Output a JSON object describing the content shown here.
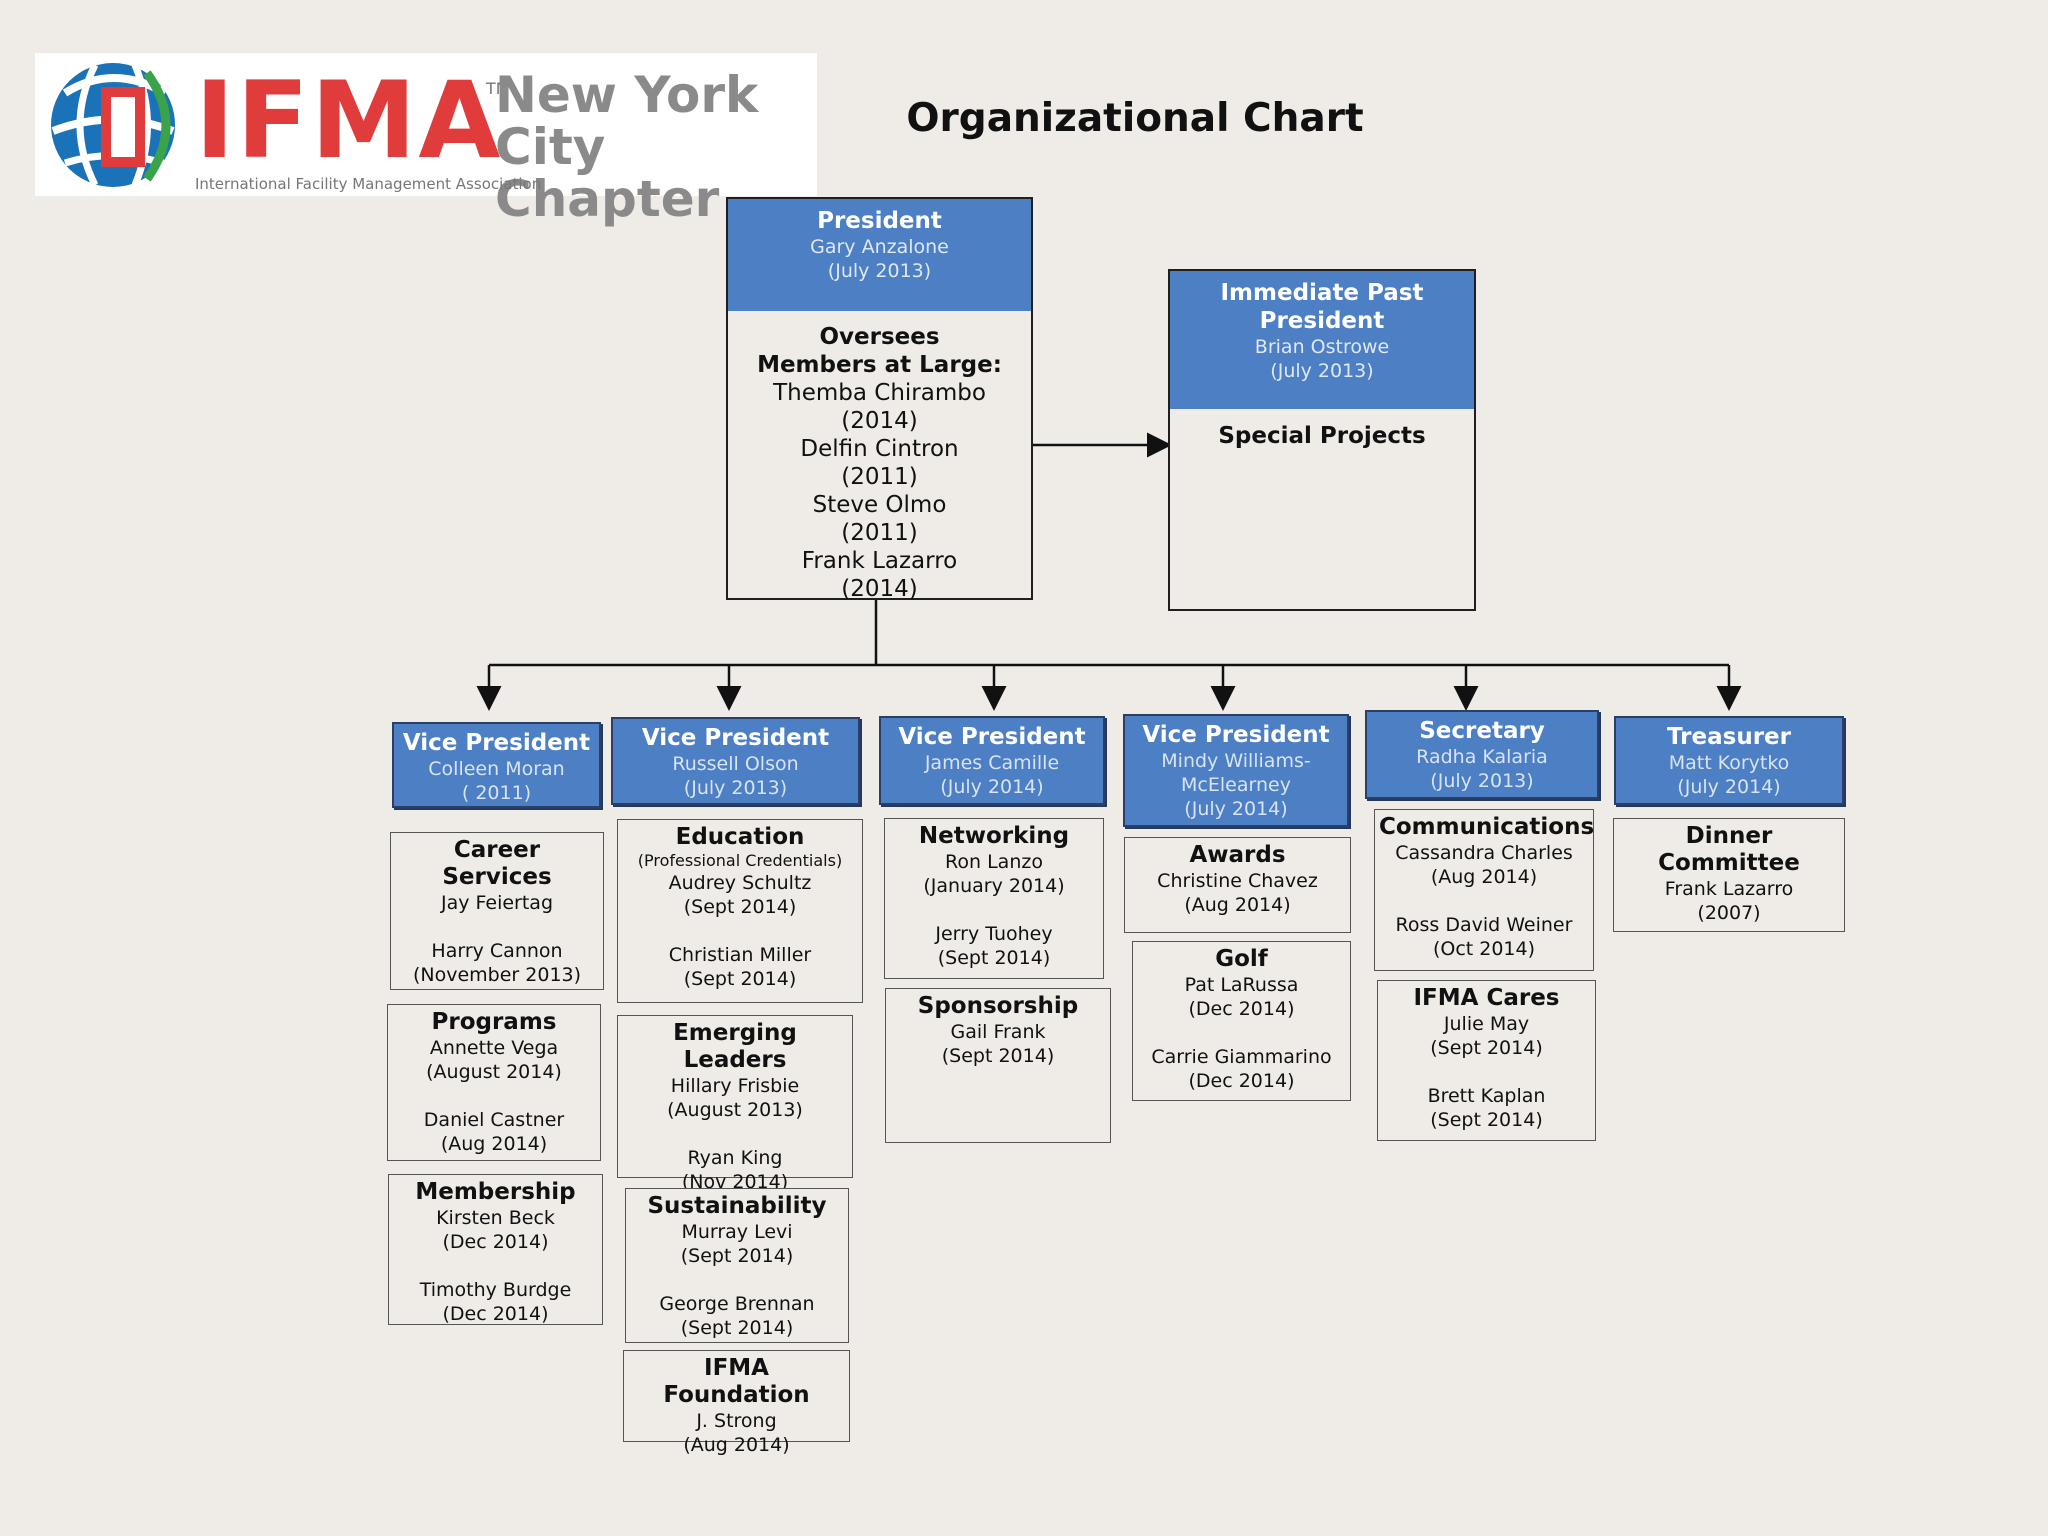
{
  "logo": {
    "brand": "IFMA",
    "tm": "TM",
    "chapter_line1": "New York City",
    "chapter_line2": "Chapter",
    "association": "International Facility Management Association"
  },
  "title": "Organizational Chart",
  "president": {
    "title": "President",
    "name": "Gary Anzalone",
    "date": "(July 2013)",
    "oversees_line1": "Oversees",
    "oversees_line2": "Members at Large:",
    "members": [
      {
        "name": "Themba Chirambo",
        "year": "(2014)"
      },
      {
        "name": "Delfin Cintron",
        "year": "(2011)"
      },
      {
        "name": "Steve Olmo",
        "year": "(2011)"
      },
      {
        "name": "Frank Lazarro",
        "year": "(2014)"
      }
    ]
  },
  "past_president": {
    "title_line1": "Immediate Past",
    "title_line2": "President",
    "name": "Brian Ostrowe",
    "date": "(July 2013)",
    "body": "Special Projects"
  },
  "officers": [
    {
      "title": "Vice President",
      "name": "Colleen Moran",
      "date": "( 2011)"
    },
    {
      "title": "Vice President",
      "name": "Russell Olson",
      "date": "(July 2013)"
    },
    {
      "title": "Vice President",
      "name": "James Camille",
      "date": "(July 2014)"
    },
    {
      "title": "Vice President",
      "name_line1": "Mindy Williams-",
      "name_line2": "McElearney",
      "date": "(July 2014)"
    },
    {
      "title": "Secretary",
      "name": "Radha Kalaria",
      "date": "(July 2013)"
    },
    {
      "title": "Treasurer",
      "name": "Matt Korytko",
      "date": "(July 2014)"
    }
  ],
  "committees": {
    "career": {
      "title_line1": "Career",
      "title_line2": "Services",
      "p1": "Jay Feiertag",
      "p2": "Harry Cannon",
      "p2_date": "(November 2013)"
    },
    "programs": {
      "title": "Programs",
      "p1": "Annette Vega",
      "p1_date": "(August 2014)",
      "p2": "Daniel Castner",
      "p2_date": "(Aug 2014)"
    },
    "membership": {
      "title": "Membership",
      "p1": "Kirsten Beck",
      "p1_date": "(Dec 2014)",
      "p2": "Timothy Burdge",
      "p2_date": "(Dec 2014)"
    },
    "education": {
      "title": "Education",
      "note": "(Professional Credentials)",
      "p1": "Audrey Schultz",
      "p1_date": "(Sept 2014)",
      "p2": "Christian Miller",
      "p2_date": "(Sept 2014)"
    },
    "emerging": {
      "title": "Emerging Leaders",
      "p1": "Hillary Frisbie",
      "p1_date": "(August 2013)",
      "p2": "Ryan King",
      "p2_date": "(Nov 2014)"
    },
    "sustainability": {
      "title": "Sustainability",
      "p1": "Murray Levi",
      "p1_date": "(Sept 2014)",
      "p2": "George Brennan",
      "p2_date": "(Sept 2014)"
    },
    "foundation": {
      "title": "IFMA Foundation",
      "p1": "J. Strong",
      "p1_date": "(Aug 2014)"
    },
    "networking": {
      "title": "Networking",
      "p1": "Ron Lanzo",
      "p1_date": "(January 2014)",
      "p2": "Jerry Tuohey",
      "p2_date": "(Sept 2014)"
    },
    "sponsorship": {
      "title": "Sponsorship",
      "p1": "Gail Frank",
      "p1_date": "(Sept 2014)"
    },
    "awards": {
      "title": "Awards",
      "p1": "Christine Chavez",
      "p1_date": "(Aug 2014)"
    },
    "golf": {
      "title": "Golf",
      "p1": "Pat LaRussa",
      "p1_date": "(Dec 2014)",
      "p2": "Carrie Giammarino",
      "p2_date": "(Dec 2014)"
    },
    "communications": {
      "title": "Communications",
      "p1": "Cassandra Charles",
      "p1_date": "(Aug 2014)",
      "p2": "Ross David Weiner",
      "p2_date": "(Oct 2014)"
    },
    "cares": {
      "title": "IFMA Cares",
      "p1": "Julie May",
      "p1_date": "(Sept 2014)",
      "p2": "Brett Kaplan",
      "p2_date": "(Sept 2014)"
    },
    "dinner": {
      "title_line1": "Dinner",
      "title_line2": "Committee",
      "p1": "Frank Lazarro",
      "p1_date": "(2007)"
    }
  },
  "colors": {
    "box_blue": "#4d7fc4",
    "background": "#efece7",
    "brand_red": "#e03c3c"
  }
}
